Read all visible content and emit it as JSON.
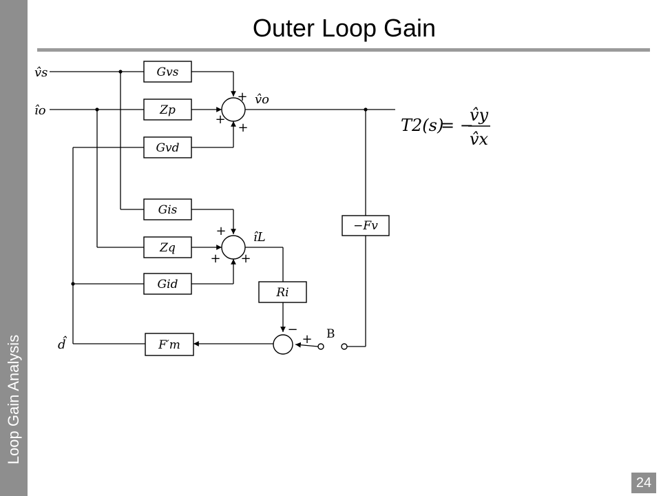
{
  "slide": {
    "title": "Outer Loop Gain",
    "sidebar_label": "Loop Gain Analysis",
    "page_number": "24"
  },
  "diagram": {
    "inputs": {
      "vs": "v̂s",
      "io": "îo",
      "d": "d̂"
    },
    "blocks": {
      "gvs": "Gvs",
      "zp": "Zp",
      "gvd": "Gvd",
      "gis": "Gis",
      "zq": "Zq",
      "gid": "Gid",
      "ri": "Ri",
      "fm": "F′m",
      "fv": "−Fv"
    },
    "signals": {
      "vo": "v̂o",
      "il": "îL"
    },
    "signs": {
      "plus": "+",
      "minus": "−"
    },
    "switch_label": "B",
    "equation": {
      "lhs": "T2(s)",
      "numerator": "v̂y",
      "denominator": "v̂x"
    }
  }
}
